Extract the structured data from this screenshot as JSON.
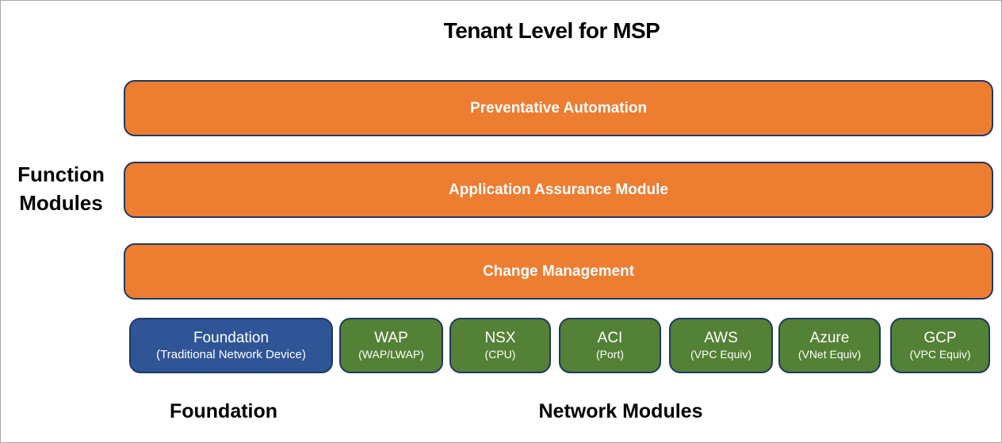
{
  "title": "Tenant Level for MSP",
  "left_label": {
    "line1": "Function",
    "line2": "Modules"
  },
  "function_modules": [
    {
      "label": "Preventative Automation"
    },
    {
      "label": "Application Assurance Module"
    },
    {
      "label": "Change Management"
    }
  ],
  "foundation_module": {
    "title": "Foundation",
    "subtitle": "(Traditional Network Device)"
  },
  "network_modules": [
    {
      "title": "WAP",
      "subtitle": "(WAP/LWAP)"
    },
    {
      "title": "NSX",
      "subtitle": "(CPU)"
    },
    {
      "title": "ACI",
      "subtitle": "(Port)"
    },
    {
      "title": "AWS",
      "subtitle": "(VPC Equiv)"
    },
    {
      "title": "Azure",
      "subtitle": "(VNet Equiv)"
    },
    {
      "title": "GCP",
      "subtitle": "(VPC Equiv)"
    }
  ],
  "bottom_labels": {
    "foundation": "Foundation",
    "network": "Network Modules"
  },
  "colors": {
    "orange": "#ED7D31",
    "blue": "#2F5597",
    "green": "#538135",
    "border": "#1F3864",
    "frame": "#A6A6A6",
    "text_light": "#FFFFFF",
    "text_dark": "#000000"
  }
}
